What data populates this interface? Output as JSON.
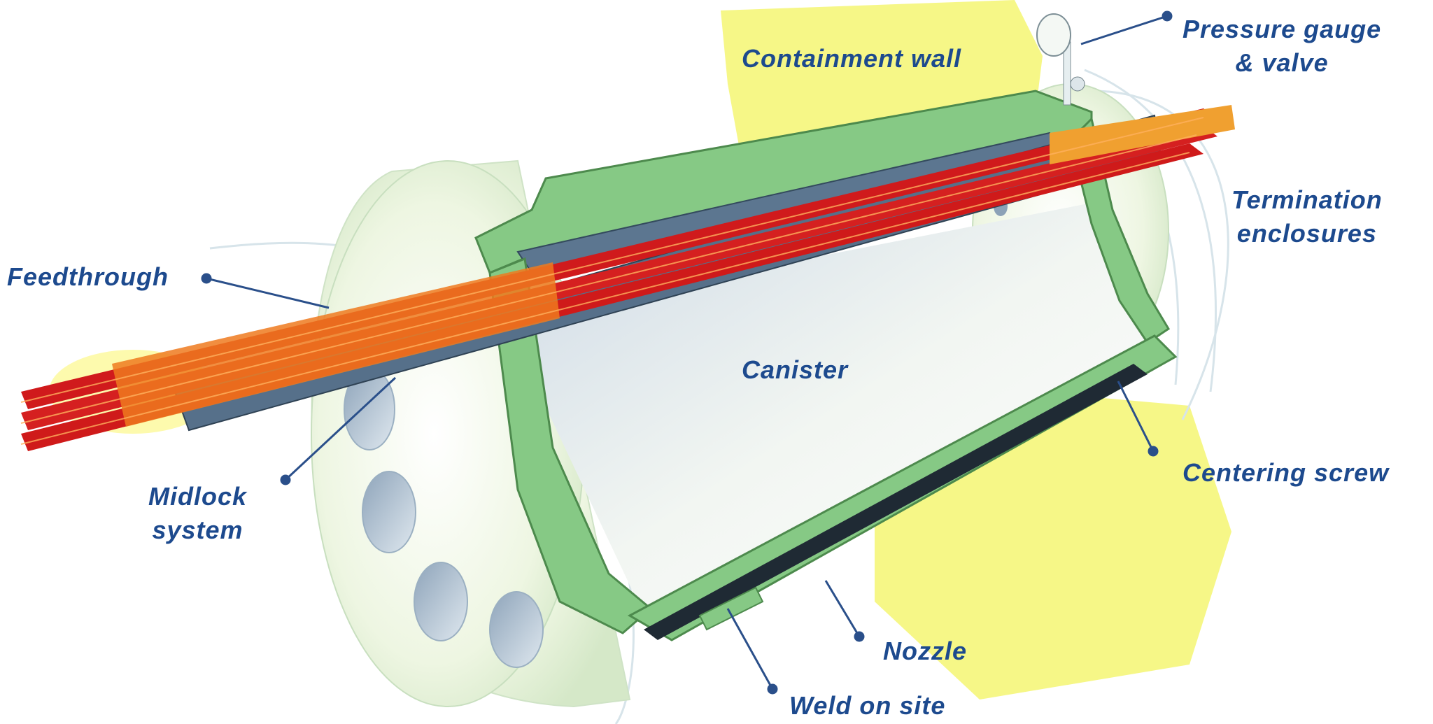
{
  "colors": {
    "label_text": "#1d4a8e",
    "leader_line": "#2a4f8a",
    "shell_green": "#7fc57f",
    "cable_red": "#d4181c",
    "cable_orange": "#ec6a1a",
    "highlight_yellow": "#f3f36a",
    "liner_slate": "#56708a"
  },
  "labels": {
    "pressure_gauge": [
      "Pressure gauge",
      "& valve"
    ],
    "containment_wall": "Containment wall",
    "termination_enclosures": [
      "Termination",
      "enclosures"
    ],
    "feedthrough": "Feedthrough",
    "canister": "Canister",
    "centering_screw": "Centering screw",
    "midlock_system": [
      "Midlock",
      "system"
    ],
    "nozzle": "Nozzle",
    "weld_on_site": "Weld on site"
  }
}
